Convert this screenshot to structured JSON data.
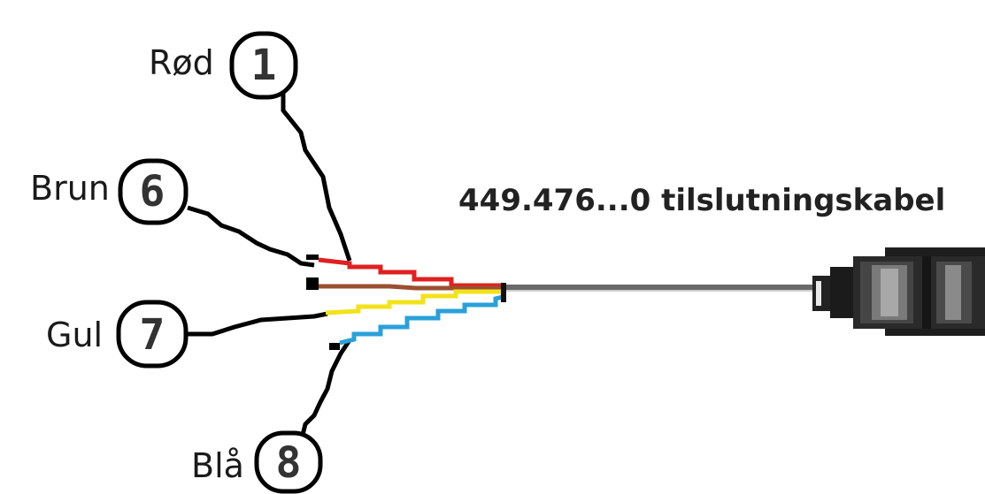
{
  "title": "449.476...0 tilslutningskabel",
  "wires": [
    {
      "label": "Rød",
      "number": "1",
      "color": "#e02020"
    },
    {
      "label": "Brun",
      "number": "6",
      "color": "#9a5030"
    },
    {
      "label": "Gul",
      "number": "7",
      "color": "#f2e21a"
    },
    {
      "label": "Blå",
      "number": "8",
      "color": "#2aa0d8"
    }
  ],
  "cable_color": "#6a6a6a",
  "connector_color": "#2a2a2a"
}
